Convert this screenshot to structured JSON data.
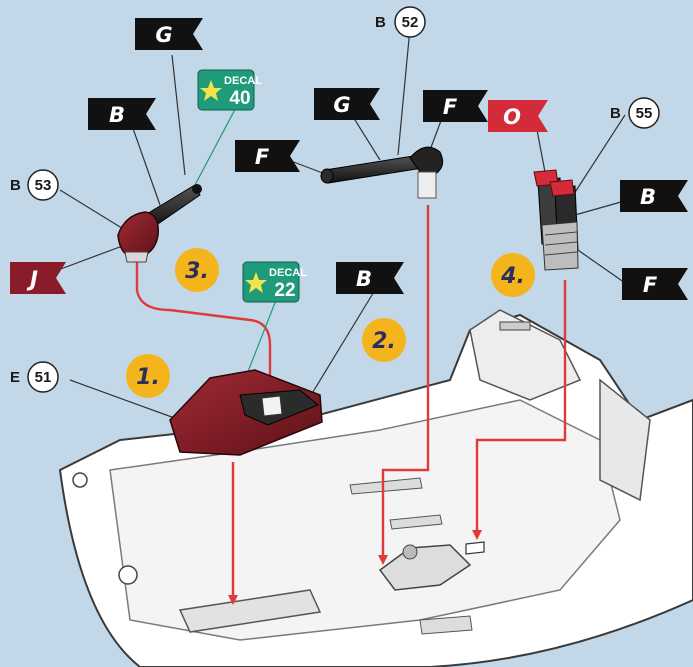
{
  "colors": {
    "background": "#c2d7e8",
    "flag_black": "#111111",
    "flag_red": "#d42b3a",
    "flag_maroon": "#8a1c2a",
    "arrow": "#e03a3a",
    "step_badge": "#f3b51b",
    "decal": "#1f9a7a",
    "part_red": "#7c1a24"
  },
  "flags": {
    "g_top": "G",
    "b_left": "B",
    "j_left": "J",
    "g_middle": "G",
    "f_left": "F",
    "f_middle": "F",
    "o_right": "O",
    "b_right": "B",
    "f_right": "F",
    "b_center": "B"
  },
  "decals": {
    "top": {
      "word": "DECAL",
      "number": "40"
    },
    "center": {
      "word": "DECAL",
      "number": "22"
    }
  },
  "parts": {
    "p53": {
      "letter": "B",
      "number": "53"
    },
    "p52": {
      "letter": "B",
      "number": "52"
    },
    "p55": {
      "letter": "B",
      "number": "55"
    },
    "p51": {
      "letter": "E",
      "number": "51"
    }
  },
  "steps": {
    "one": "1.",
    "two": "2.",
    "three": "3.",
    "four": "4."
  }
}
